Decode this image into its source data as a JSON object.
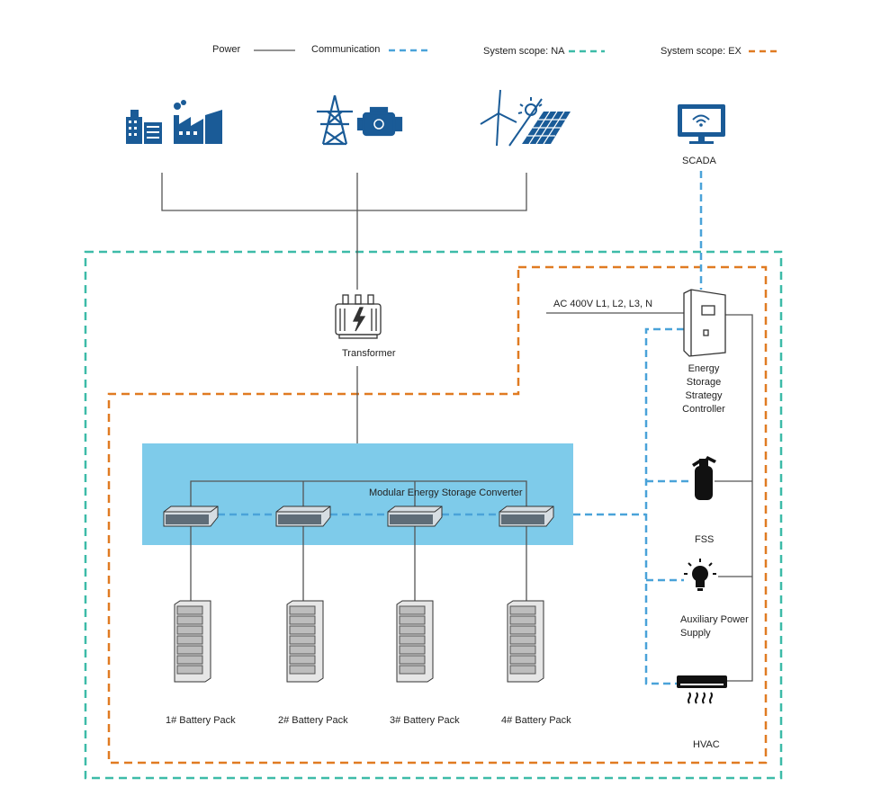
{
  "legend": {
    "power": "Power",
    "communication": "Communication",
    "scope_na": "System scope: NA",
    "scope_ex": "System scope: EX"
  },
  "colors": {
    "power_line": "#555555",
    "communication_line": "#4aa3d9",
    "scope_na_line": "#3dbba8",
    "scope_ex_line": "#e07b22",
    "icon_blue": "#1a5b97",
    "pcs_panel": "#7ecbea"
  },
  "sources": [
    {
      "icon": "city-factory-icon"
    },
    {
      "icon": "pylon-generator-icon"
    },
    {
      "icon": "wind-solar-icon"
    }
  ],
  "scada": {
    "label": "SCADA",
    "icon": "monitor-wifi-icon"
  },
  "transformer": {
    "label": "Transformer",
    "icon": "transformer-icon"
  },
  "ac_bus": {
    "label": "AC  400V  L1,  L2,  L3,  N"
  },
  "controller": {
    "label": "Energy\nStorage\nStrategy\nController",
    "icon": "controller-cabinet-icon"
  },
  "pcs": {
    "label": "Modular Energy Storage Converter",
    "units": 4,
    "icon": "converter-module-icon"
  },
  "battery_packs": [
    {
      "label": "1#  Battery Pack"
    },
    {
      "label": "2#  Battery Pack"
    },
    {
      "label": "3#  Battery Pack"
    },
    {
      "label": "4#  Battery Pack"
    }
  ],
  "fss": {
    "label": "FSS",
    "icon": "fire-extinguisher-icon"
  },
  "aux_power": {
    "label": "Auxiliary Power\nSupply",
    "icon": "light-bulb-icon"
  },
  "hvac": {
    "label": "HVAC",
    "icon": "air-conditioner-icon"
  }
}
